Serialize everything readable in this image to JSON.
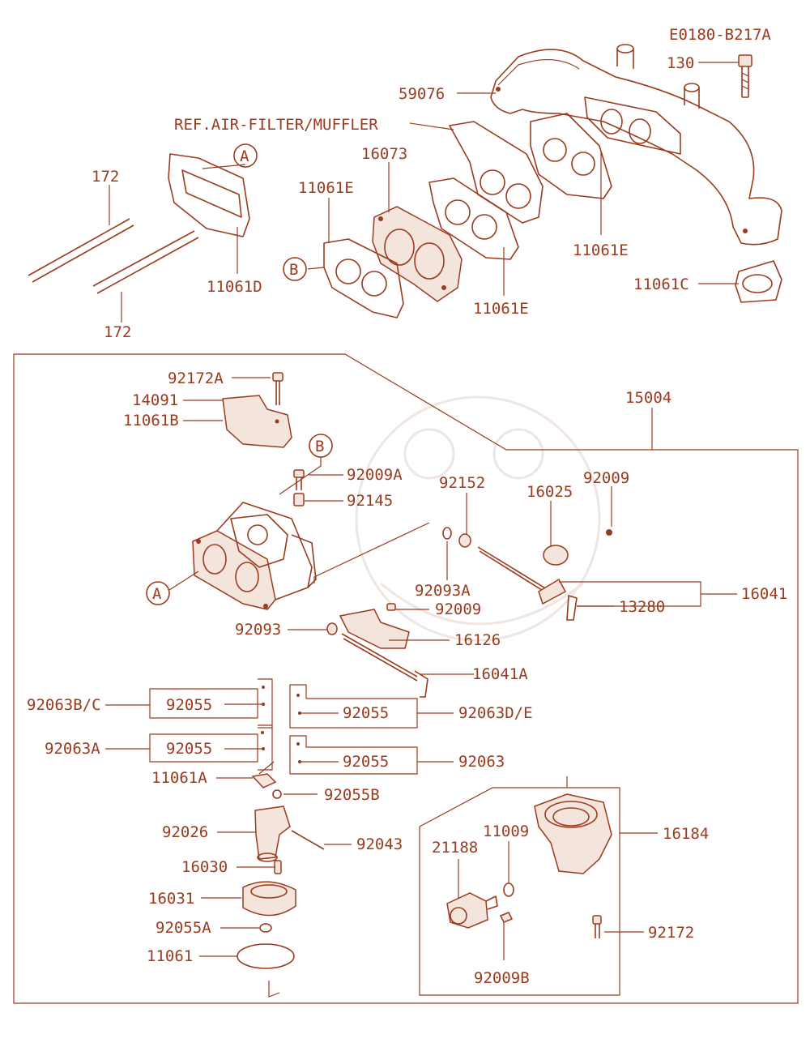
{
  "diagram_code": "E0180-B217A",
  "ref_note": "REF.AIR-FILTER/MUFFLER",
  "callouts": {
    "a": "A",
    "b": "B"
  },
  "parts": {
    "p130": "130",
    "p59076": "59076",
    "p16073": "16073",
    "p172": "172",
    "p11061D": "11061D",
    "p11061E": "11061E",
    "p11061C": "11061C",
    "p15004": "15004",
    "p92172A": "92172A",
    "p14091": "14091",
    "p11061B": "11061B",
    "p92009A": "92009A",
    "p92145": "92145",
    "p92152": "92152",
    "p16025": "16025",
    "p92009": "92009",
    "p92093A": "92093A",
    "p16041": "16041",
    "p13280": "13280",
    "p92093": "92093",
    "p16126": "16126",
    "p16041A": "16041A",
    "p92063BC": "92063B/C",
    "p92055": "92055",
    "p92063DE": "92063D/E",
    "p92063A": "92063A",
    "p92063": "92063",
    "p11061A": "11061A",
    "p92055B": "92055B",
    "p92026": "92026",
    "p92043": "92043",
    "p16030": "16030",
    "p16031": "16031",
    "p92055A": "92055A",
    "p11061": "11061",
    "p11009": "11009",
    "p16184": "16184",
    "p21188": "21188",
    "p92172": "92172",
    "p92009B": "92009B"
  },
  "colors": {
    "line": "#9a3b1e",
    "fill": "#f3e4dc",
    "watermark": "#efe6e2"
  }
}
